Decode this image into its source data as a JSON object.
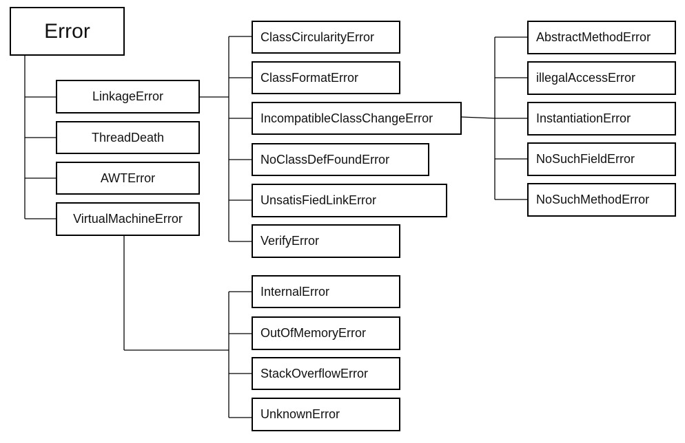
{
  "diagram": {
    "root": "Error",
    "level1": [
      "LinkageError",
      "ThreadDeath",
      "AWTError",
      "VirtualMachineError"
    ],
    "linkage_children": [
      "ClassCircularityError",
      "ClassFormatError",
      "IncompatibleClassChangeError",
      "NoClassDefFoundError",
      "UnsatisFiedLinkError",
      "VerifyError"
    ],
    "incompatible_children": [
      "AbstractMethodError",
      "illegalAccessError",
      "InstantiationError",
      "NoSuchFieldError",
      "NoSuchMethodError"
    ],
    "vm_children": [
      "InternalError",
      "OutOfMemoryError",
      "StackOverflowError",
      "UnknownError"
    ]
  }
}
